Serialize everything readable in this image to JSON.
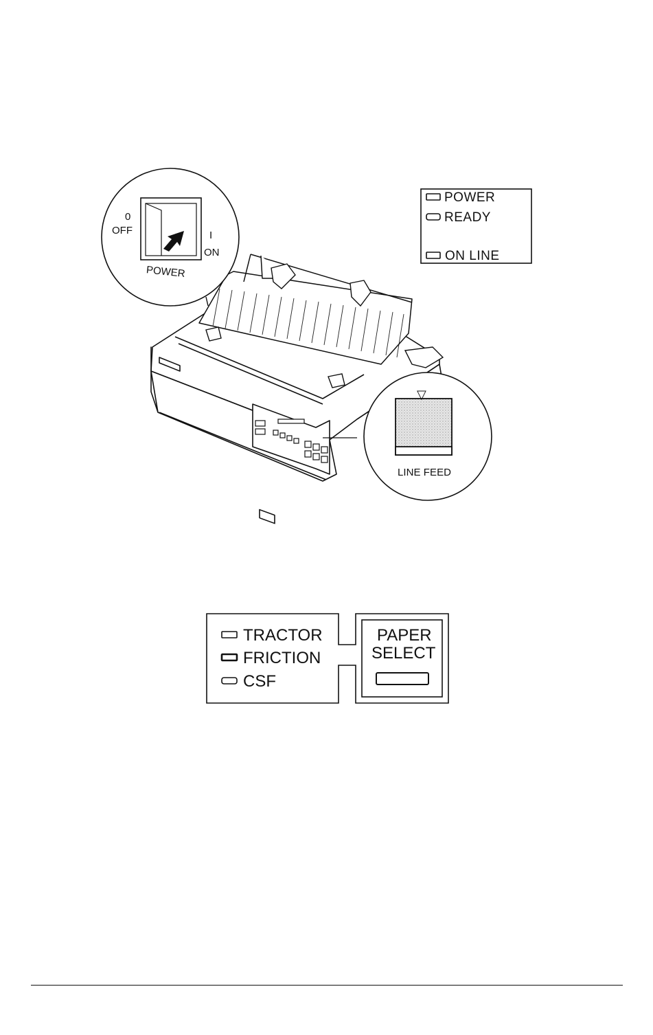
{
  "top_figure": {
    "power_switch": {
      "off_symbol": "0",
      "off_label": "OFF",
      "on_symbol": "I",
      "on_label": "ON",
      "switch_label": "POWER"
    },
    "indicator_panel": {
      "items": [
        "POWER",
        "READY",
        "ON LINE"
      ]
    },
    "line_feed_button": {
      "arrow": "▽",
      "label": "LINE FEED"
    }
  },
  "bottom_figure": {
    "indicators": [
      "TRACTOR",
      "FRICTION",
      "CSF"
    ],
    "button_label_line1": "PAPER",
    "button_label_line2": "SELECT"
  }
}
